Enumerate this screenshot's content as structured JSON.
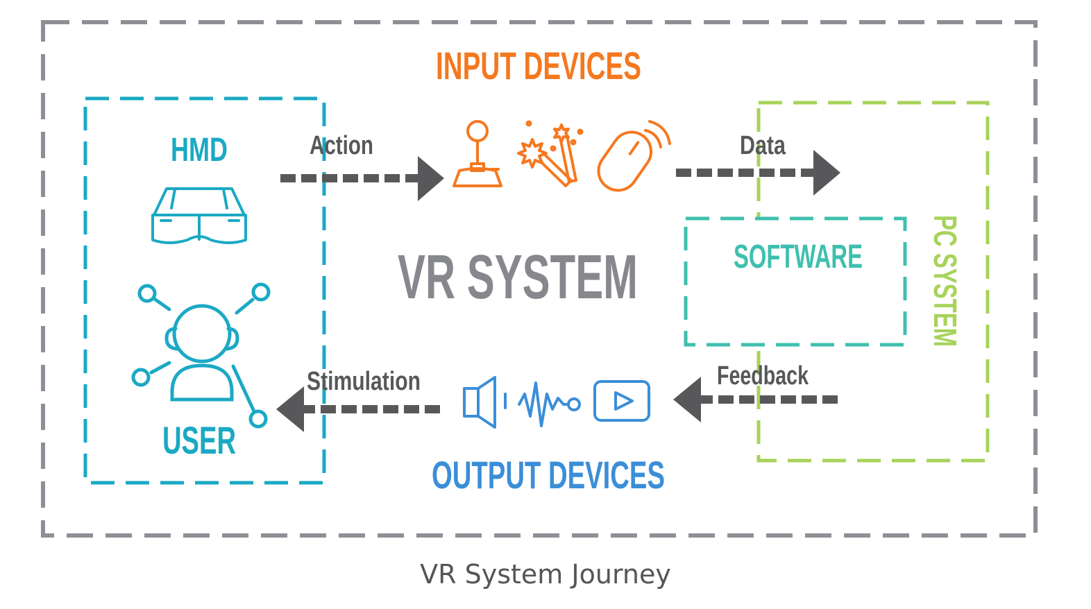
{
  "diagram": {
    "caption": "VR System Journey",
    "center_title": "VR SYSTEM",
    "input_devices": "INPUT DEVICES",
    "output_devices": "OUTPUT DEVICES",
    "user_box": {
      "hmd_label": "HMD",
      "user_label": "USER"
    },
    "software_label": "SOFTWARE",
    "pc_system_label": "PC SYSTEM",
    "flows": {
      "action": "Action",
      "data": "Data",
      "feedback": "Feedback",
      "stimulation": "Stimulation"
    },
    "colors": {
      "frame": "#8e8f96",
      "user_box": "#1aa9c4",
      "input": "#f5781f",
      "output": "#3b8ed8",
      "software": "#3fbfae",
      "pc_system": "#a7d35a",
      "arrow": "#58585b",
      "title": "#87888e"
    },
    "icons": [
      "vr-headset-icon",
      "user-network-icon",
      "joystick-icon",
      "magic-wand-icon",
      "mouse-icon",
      "speaker-icon",
      "sound-wave-icon",
      "video-play-icon"
    ]
  }
}
